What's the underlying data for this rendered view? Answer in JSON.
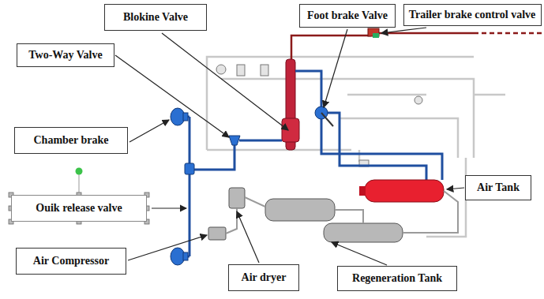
{
  "diagram": {
    "nodes": [
      {
        "text": [
          "Blokine Valve"
        ]
      },
      {
        "text": [
          "Foot brake Valve"
        ]
      },
      {
        "text": [
          "Trailer brake control valve"
        ]
      },
      {
        "text": [
          "Two-Way Valve"
        ]
      },
      {
        "text": [
          "Chamber brake"
        ]
      },
      {
        "text": [
          "Ouik release valve"
        ]
      },
      {
        "text": [
          "Air Tank"
        ]
      },
      {
        "text": [
          "Air Compressor"
        ]
      },
      {
        "text": [
          "Air dryer"
        ]
      },
      {
        "text": [
          "Regeneration Tank"
        ]
      }
    ]
  }
}
